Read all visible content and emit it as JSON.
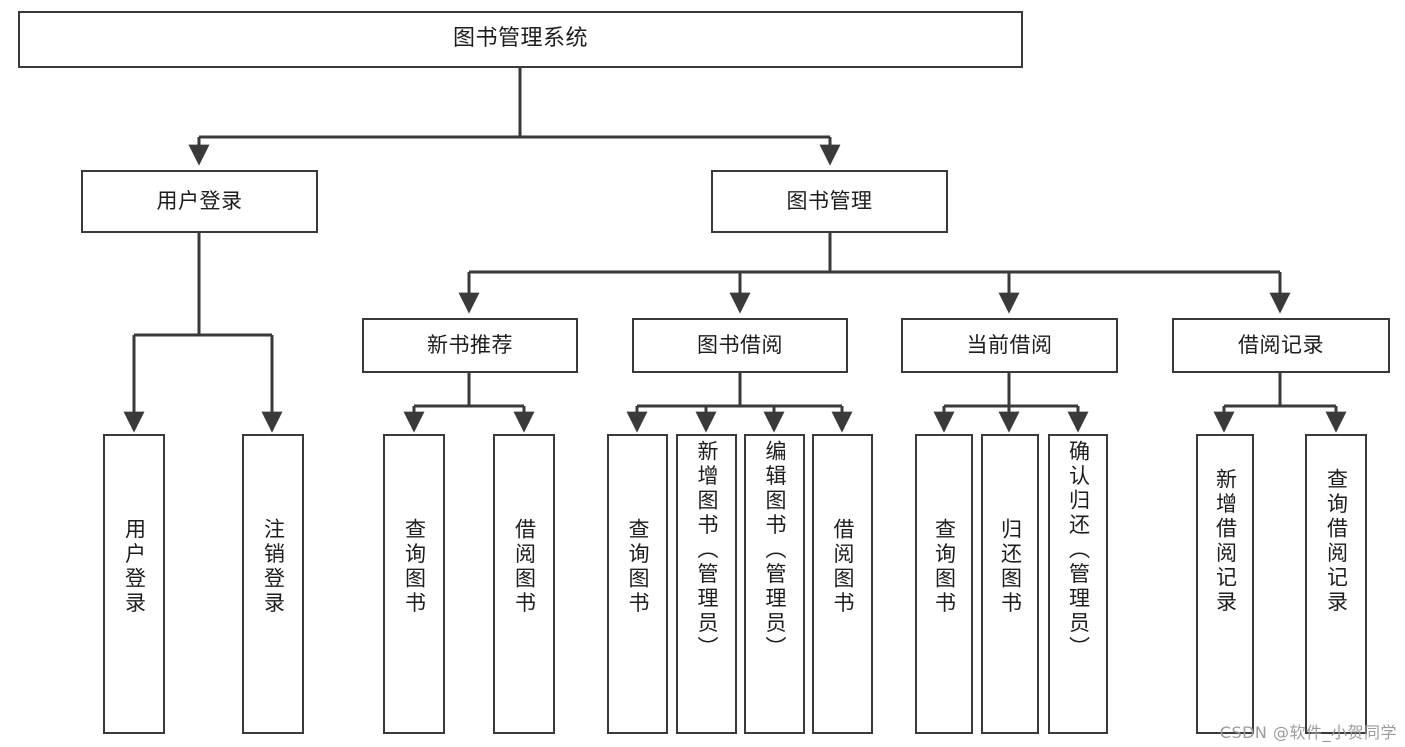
{
  "diagram": {
    "title": "图书管理系统",
    "type": "tree",
    "orientation": "top-down",
    "style": {
      "box_border_color": "#3a3a3a",
      "box_fill_color": "#ffffff",
      "edge_color": "#3a3a3a",
      "background_color": "#ffffff",
      "text_color": "#1d1d1d"
    },
    "nodes": {
      "root": {
        "label": "图书管理系统",
        "level": 0
      },
      "n_user_login": {
        "label": "用户登录",
        "level": 1
      },
      "n_book_mgmt": {
        "label": "图书管理",
        "level": 1
      },
      "n_new_book_rec": {
        "label": "新书推荐",
        "level": 2
      },
      "n_book_borrow": {
        "label": "图书借阅",
        "level": 2
      },
      "n_current_borrow": {
        "label": "当前借阅",
        "level": 2
      },
      "n_borrow_record": {
        "label": "借阅记录",
        "level": 2
      },
      "l_user_login": {
        "label": "用户登录",
        "level": 3,
        "vertical": true
      },
      "l_logout": {
        "label": "注销登录",
        "level": 3,
        "vertical": true
      },
      "l_query_book_1": {
        "label": "查询图书",
        "level": 3,
        "vertical": true
      },
      "l_borrow_book_1": {
        "label": "借阅图书",
        "level": 3,
        "vertical": true
      },
      "l_query_book_2": {
        "label": "查询图书",
        "level": 3,
        "vertical": true
      },
      "l_add_book": {
        "label": "新增图书（管理员）",
        "level": 3,
        "vertical": true
      },
      "l_edit_book": {
        "label": "编辑图书（管理员）",
        "level": 3,
        "vertical": true
      },
      "l_borrow_book_2": {
        "label": "借阅图书",
        "level": 3,
        "vertical": true
      },
      "l_query_book_3": {
        "label": "查询图书",
        "level": 3,
        "vertical": true
      },
      "l_return_book": {
        "label": "归还图书",
        "level": 3,
        "vertical": true
      },
      "l_confirm_return": {
        "label": "确认归还（管理员）",
        "level": 3,
        "vertical": true
      },
      "l_add_record": {
        "label": "新增借阅记录",
        "level": 3,
        "vertical": true
      },
      "l_query_record": {
        "label": "查询借阅记录",
        "level": 3,
        "vertical": true
      }
    },
    "edges": [
      {
        "from": "root",
        "to": "n_user_login"
      },
      {
        "from": "root",
        "to": "n_book_mgmt"
      },
      {
        "from": "n_user_login",
        "to": "l_user_login"
      },
      {
        "from": "n_user_login",
        "to": "l_logout"
      },
      {
        "from": "n_book_mgmt",
        "to": "n_new_book_rec"
      },
      {
        "from": "n_book_mgmt",
        "to": "n_book_borrow"
      },
      {
        "from": "n_book_mgmt",
        "to": "n_current_borrow"
      },
      {
        "from": "n_book_mgmt",
        "to": "n_borrow_record"
      },
      {
        "from": "n_new_book_rec",
        "to": "l_query_book_1"
      },
      {
        "from": "n_new_book_rec",
        "to": "l_borrow_book_1"
      },
      {
        "from": "n_book_borrow",
        "to": "l_query_book_2"
      },
      {
        "from": "n_book_borrow",
        "to": "l_add_book"
      },
      {
        "from": "n_book_borrow",
        "to": "l_edit_book"
      },
      {
        "from": "n_book_borrow",
        "to": "l_borrow_book_2"
      },
      {
        "from": "n_current_borrow",
        "to": "l_query_book_3"
      },
      {
        "from": "n_current_borrow",
        "to": "l_return_book"
      },
      {
        "from": "n_current_borrow",
        "to": "l_confirm_return"
      },
      {
        "from": "n_borrow_record",
        "to": "l_add_record"
      },
      {
        "from": "n_borrow_record",
        "to": "l_query_record"
      }
    ]
  },
  "watermark": {
    "text": "CSDN @软件_小贺同学"
  }
}
